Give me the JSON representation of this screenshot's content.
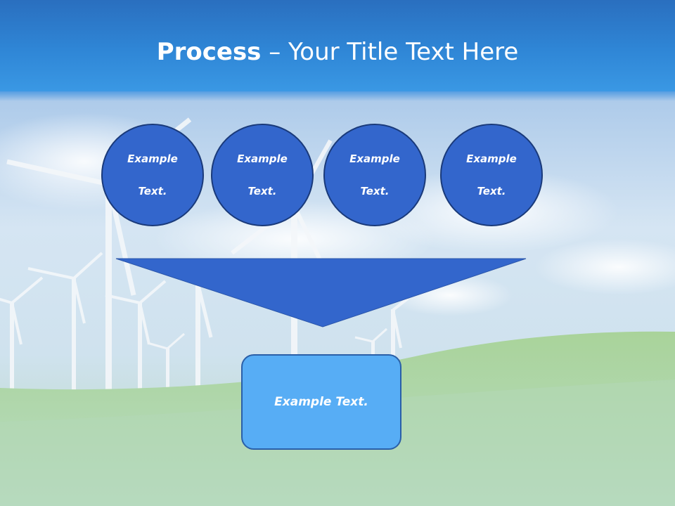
{
  "slide": {
    "title_bold": "Process",
    "title_rest": " – Your Title Text Here"
  },
  "circles": [
    {
      "line1": "Example",
      "line2": "Text."
    },
    {
      "line1": "Example",
      "line2": "Text."
    },
    {
      "line1": "Example",
      "line2": "Text."
    },
    {
      "line1": "Example",
      "line2": "Text."
    }
  ],
  "result": {
    "label": "Example Text."
  },
  "colors": {
    "title_band": "#2f86d6",
    "circle_fill": "#3366cc",
    "circle_border": "#1a3a7a",
    "funnel_fill": "#3366cc",
    "result_fill": "#57adf5",
    "result_border": "#2a5fa8"
  }
}
